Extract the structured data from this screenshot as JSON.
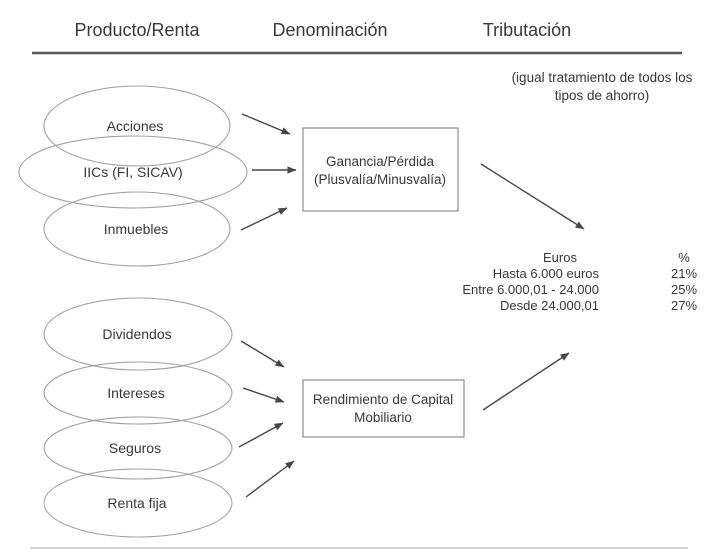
{
  "colors": {
    "background": "#ffffff",
    "text": "#383838",
    "ellipse_stroke": "#a3a3a3",
    "box_stroke": "#8c8c8c",
    "arrow": "#474747",
    "top_rule": "#5a5a5a",
    "bottom_rule": "#bbbbbb"
  },
  "headers": {
    "producto": "Producto/Renta",
    "denominacion": "Denominación",
    "tributacion": "Tributación"
  },
  "tributacion": {
    "note_line1": "(igual tratamiento de todos los",
    "note_line2": "tipos de ahorro)",
    "table": {
      "amount_header": "Euros",
      "rate_header": "%",
      "rows": [
        {
          "amount": "Hasta 6.000 euros",
          "rate": "21%"
        },
        {
          "amount": "Entre 6.000,01 - 24.000",
          "rate": "25%"
        },
        {
          "amount": "Desde 24.000,01",
          "rate": "27%"
        }
      ]
    }
  },
  "productos": {
    "grupo_ganancia": [
      "Acciones",
      "IICs (FI, SICAV)",
      "Inmuebles"
    ],
    "grupo_rendimiento": [
      "Dividendos",
      "Intereses",
      "Seguros",
      "Renta fija"
    ]
  },
  "denominacion": {
    "ganancia_line1": "Ganancia/Pérdida",
    "ganancia_line2": "(Plusvalía/Minusvalía)",
    "rendimiento_line1": "Rendimiento de Capital",
    "rendimiento_line2": "Mobiliario"
  }
}
